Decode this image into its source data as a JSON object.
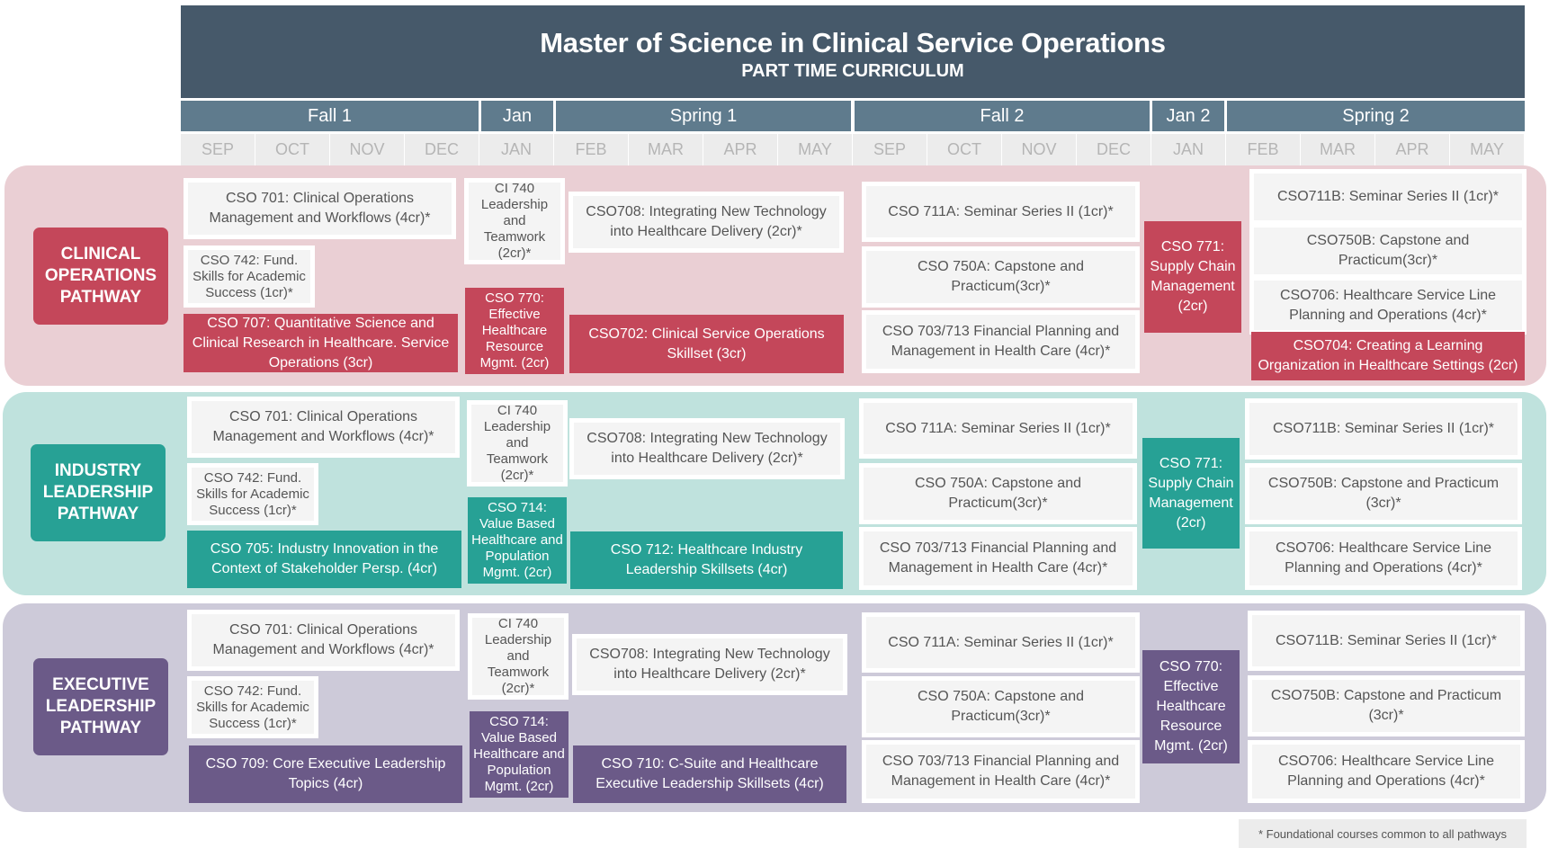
{
  "header": {
    "title": "Master of Science in Clinical Service Operations",
    "subtitle": "PART TIME CURRICULUM"
  },
  "terms": [
    "Fall 1",
    "Jan",
    "Spring 1",
    "Fall 2",
    "Jan 2",
    "Spring 2"
  ],
  "months": [
    "SEP",
    "OCT",
    "NOV",
    "DEC",
    "JAN",
    "FEB",
    "MAR",
    "APR",
    "MAY",
    "SEP",
    "OCT",
    "NOV",
    "DEC",
    "JAN",
    "FEB",
    "MAR",
    "APR",
    "MAY"
  ],
  "colors": {
    "header": "#46596a",
    "term_bar": "#5f7b8d",
    "clinical_band": "#eacfd4",
    "clinical_accent": "#c4475a",
    "industry_band": "#bfe2dd",
    "industry_accent": "#27a195",
    "executive_band": "#cdcad9",
    "executive_accent": "#6b5a88"
  },
  "pathways": {
    "clinical": {
      "label": "CLINICAL OPERATIONS PATHWAY",
      "cso701": "CSO 701: Clinical Operations Management and Workflows (4cr)*",
      "cso742": "CSO 742: Fund. Skills for Academic Success (1cr)*",
      "main_fall1": "CSO 707: Quantitative Science and Clinical Research in Healthcare. Service Operations (3cr)",
      "ci740": "CI 740 Leadership and Teamwork (2cr)*",
      "jan_course": "CSO 770: Effective Healthcare Resource Mgmt. (2cr)",
      "cso708": "CSO708: Integrating New Technology into Healthcare Delivery (2cr)*",
      "main_spring1": "CSO702: Clinical Service Operations Skillset (3cr)",
      "cso711a": "CSO 711A: Seminar Series II (1cr)*",
      "cso750a": "CSO 750A: Capstone and Practicum(3cr)*",
      "cso703": "CSO  703/713 Financial Planning and Management in Health Care (4cr)*",
      "jan2_course": "CSO 771: Supply Chain Management (2cr)",
      "cso711b": "CSO711B: Seminar Series II (1cr)*",
      "cso750b": "CSO750B: Capstone and Practicum(3cr)*",
      "cso706": "CSO706: Healthcare Service Line Planning and Operations (4cr)*",
      "main_spring2": "CSO704: Creating a Learning Organization in Healthcare Settings (2cr)"
    },
    "industry": {
      "label": "INDUSTRY LEADERSHIP PATHWAY",
      "cso701": "CSO 701: Clinical Operations Management and Workflows (4cr)*",
      "cso742": "CSO 742: Fund. Skills for Academic Success (1cr)*",
      "main_fall1": "CSO 705: Industry  Innovation in the Context of Stakeholder Persp. (4cr)",
      "ci740": "CI 740 Leadership and Teamwork (2cr)*",
      "jan_course": "CSO 714: Value Based Healthcare and Population Mgmt. (2cr)",
      "cso708": "CSO708: Integrating New Technology into Healthcare Delivery (2cr)*",
      "main_spring1": "CSO 712: Healthcare Industry Leadership Skillsets (4cr)",
      "cso711a": "CSO 711A: Seminar Series II (1cr)*",
      "cso750a": "CSO 750A: Capstone and Practicum(3cr)*",
      "cso703": "CSO  703/713 Financial Planning and Management in Health Care (4cr)*",
      "jan2_course": "CSO 771: Supply Chain Management (2cr)",
      "cso711b": "CSO711B: Seminar Series II (1cr)*",
      "cso750b": "CSO750B: Capstone and Practicum (3cr)*",
      "cso706": "CSO706: Healthcare Service Line Planning and Operations (4cr)*"
    },
    "executive": {
      "label": "EXECUTIVE LEADERSHIP PATHWAY",
      "cso701": "CSO 701: Clinical Operations Management and Workflows (4cr)*",
      "cso742": "CSO 742: Fund. Skills for Academic Success (1cr)*",
      "main_fall1": "CSO 709: Core Executive Leadership Topics (4cr)",
      "ci740": "CI 740 Leadership and Teamwork (2cr)*",
      "jan_course": "CSO 714: Value Based Healthcare and Population Mgmt. (2cr)",
      "cso708": "CSO708: Integrating New Technology into Healthcare Delivery (2cr)*",
      "main_spring1": "CSO 710: C-Suite and Healthcare Executive Leadership Skillsets (4cr)",
      "cso711a": "CSO 711A: Seminar Series II (1cr)*",
      "cso750a": "CSO 750A: Capstone and Practicum(3cr)*",
      "cso703": "CSO  703/713 Financial Planning and Management in Health Care (4cr)*",
      "jan2_course": "CSO 770: Effective Healthcare Resource Mgmt. (2cr)",
      "cso711b": "CSO711B: Seminar Series II (1cr)*",
      "cso750b": "CSO750B: Capstone and Practicum (3cr)*",
      "cso706": "CSO706: Healthcare Service Line Planning and Operations (4cr)*"
    }
  },
  "footnote": "* Foundational courses common to all pathways"
}
